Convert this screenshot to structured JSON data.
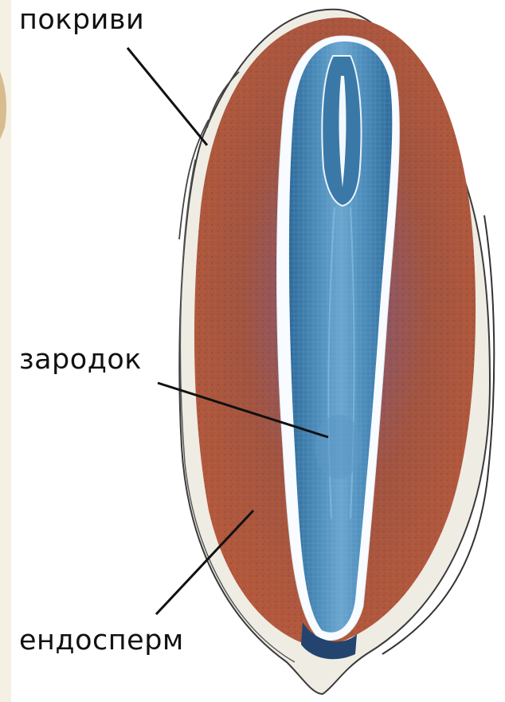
{
  "labels": {
    "covers": "покриви",
    "embryo": "зародок",
    "endosperm": "ендосперм"
  },
  "colors": {
    "background": "#ffffff",
    "left_edge_tint": "#f5f0e4",
    "seed_coat": "#e8e4da",
    "coat_line": "#3a3a3a",
    "endosperm": "#b2563e",
    "endosperm_speckle": "#5a4a8a",
    "embryo_outer": "#2f6f9f",
    "embryo_inner": "#5a9bc4",
    "embryo_dark": "#1f4f7a",
    "gap_white": "#f8fbff",
    "pointer_line": "#111111",
    "label_text": "#111111"
  }
}
